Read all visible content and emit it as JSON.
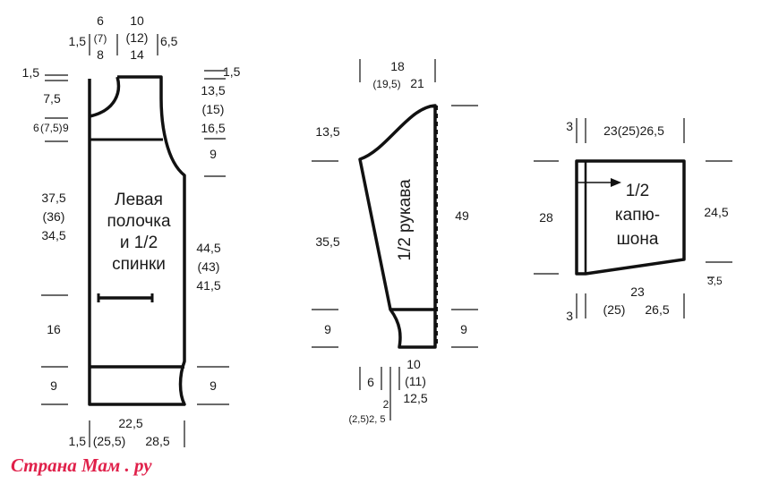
{
  "front": {
    "label_lines": [
      "Левая",
      "полочка",
      "и 1/2",
      "спинки"
    ],
    "top": {
      "neck": [
        "6",
        "(7)",
        "8"
      ],
      "shoulder": [
        "10",
        "(12)",
        "14"
      ],
      "left": "1,5",
      "right": "6,5"
    },
    "left": {
      "a": "1,5",
      "b": "7,5",
      "c_main": "6",
      "c_paren": "(7,5)",
      "c_end": "9",
      "length": [
        "37,5",
        "(36)",
        "34,5"
      ],
      "hem": "16",
      "band": "9"
    },
    "right": {
      "a": "1,5",
      "armhole": [
        "13,5",
        "(15)",
        "16,5"
      ],
      "curve": "9",
      "side": [
        "44,5",
        "(43)",
        "41,5"
      ],
      "band": "9"
    },
    "bottom": {
      "left": "1,5",
      "width": [
        "22,5",
        "(25,5)",
        "28,5"
      ]
    }
  },
  "sleeve": {
    "label": "1/2 рукава",
    "top": [
      "18",
      "(19,5)",
      "21"
    ],
    "left": {
      "cap": "13,5",
      "length": "35,5",
      "cuff": "9"
    },
    "right": {
      "length": "49",
      "cuff": "9"
    },
    "bottom": {
      "a": "6",
      "b": "2",
      "c": "(2,5)2, 5",
      "width": [
        "10",
        "(11)",
        "12,5"
      ]
    }
  },
  "hood": {
    "label_lines": [
      "1/2",
      "капю-",
      "шона"
    ],
    "top": {
      "a": "3",
      "width": "23(25)26,5"
    },
    "left": "28",
    "right": {
      "height": "24,5",
      "drop": "3,5"
    },
    "bottom": {
      "a": "3",
      "width": [
        "23",
        "(25)",
        "26,5"
      ]
    }
  },
  "watermark": "Страна Мам . ру"
}
